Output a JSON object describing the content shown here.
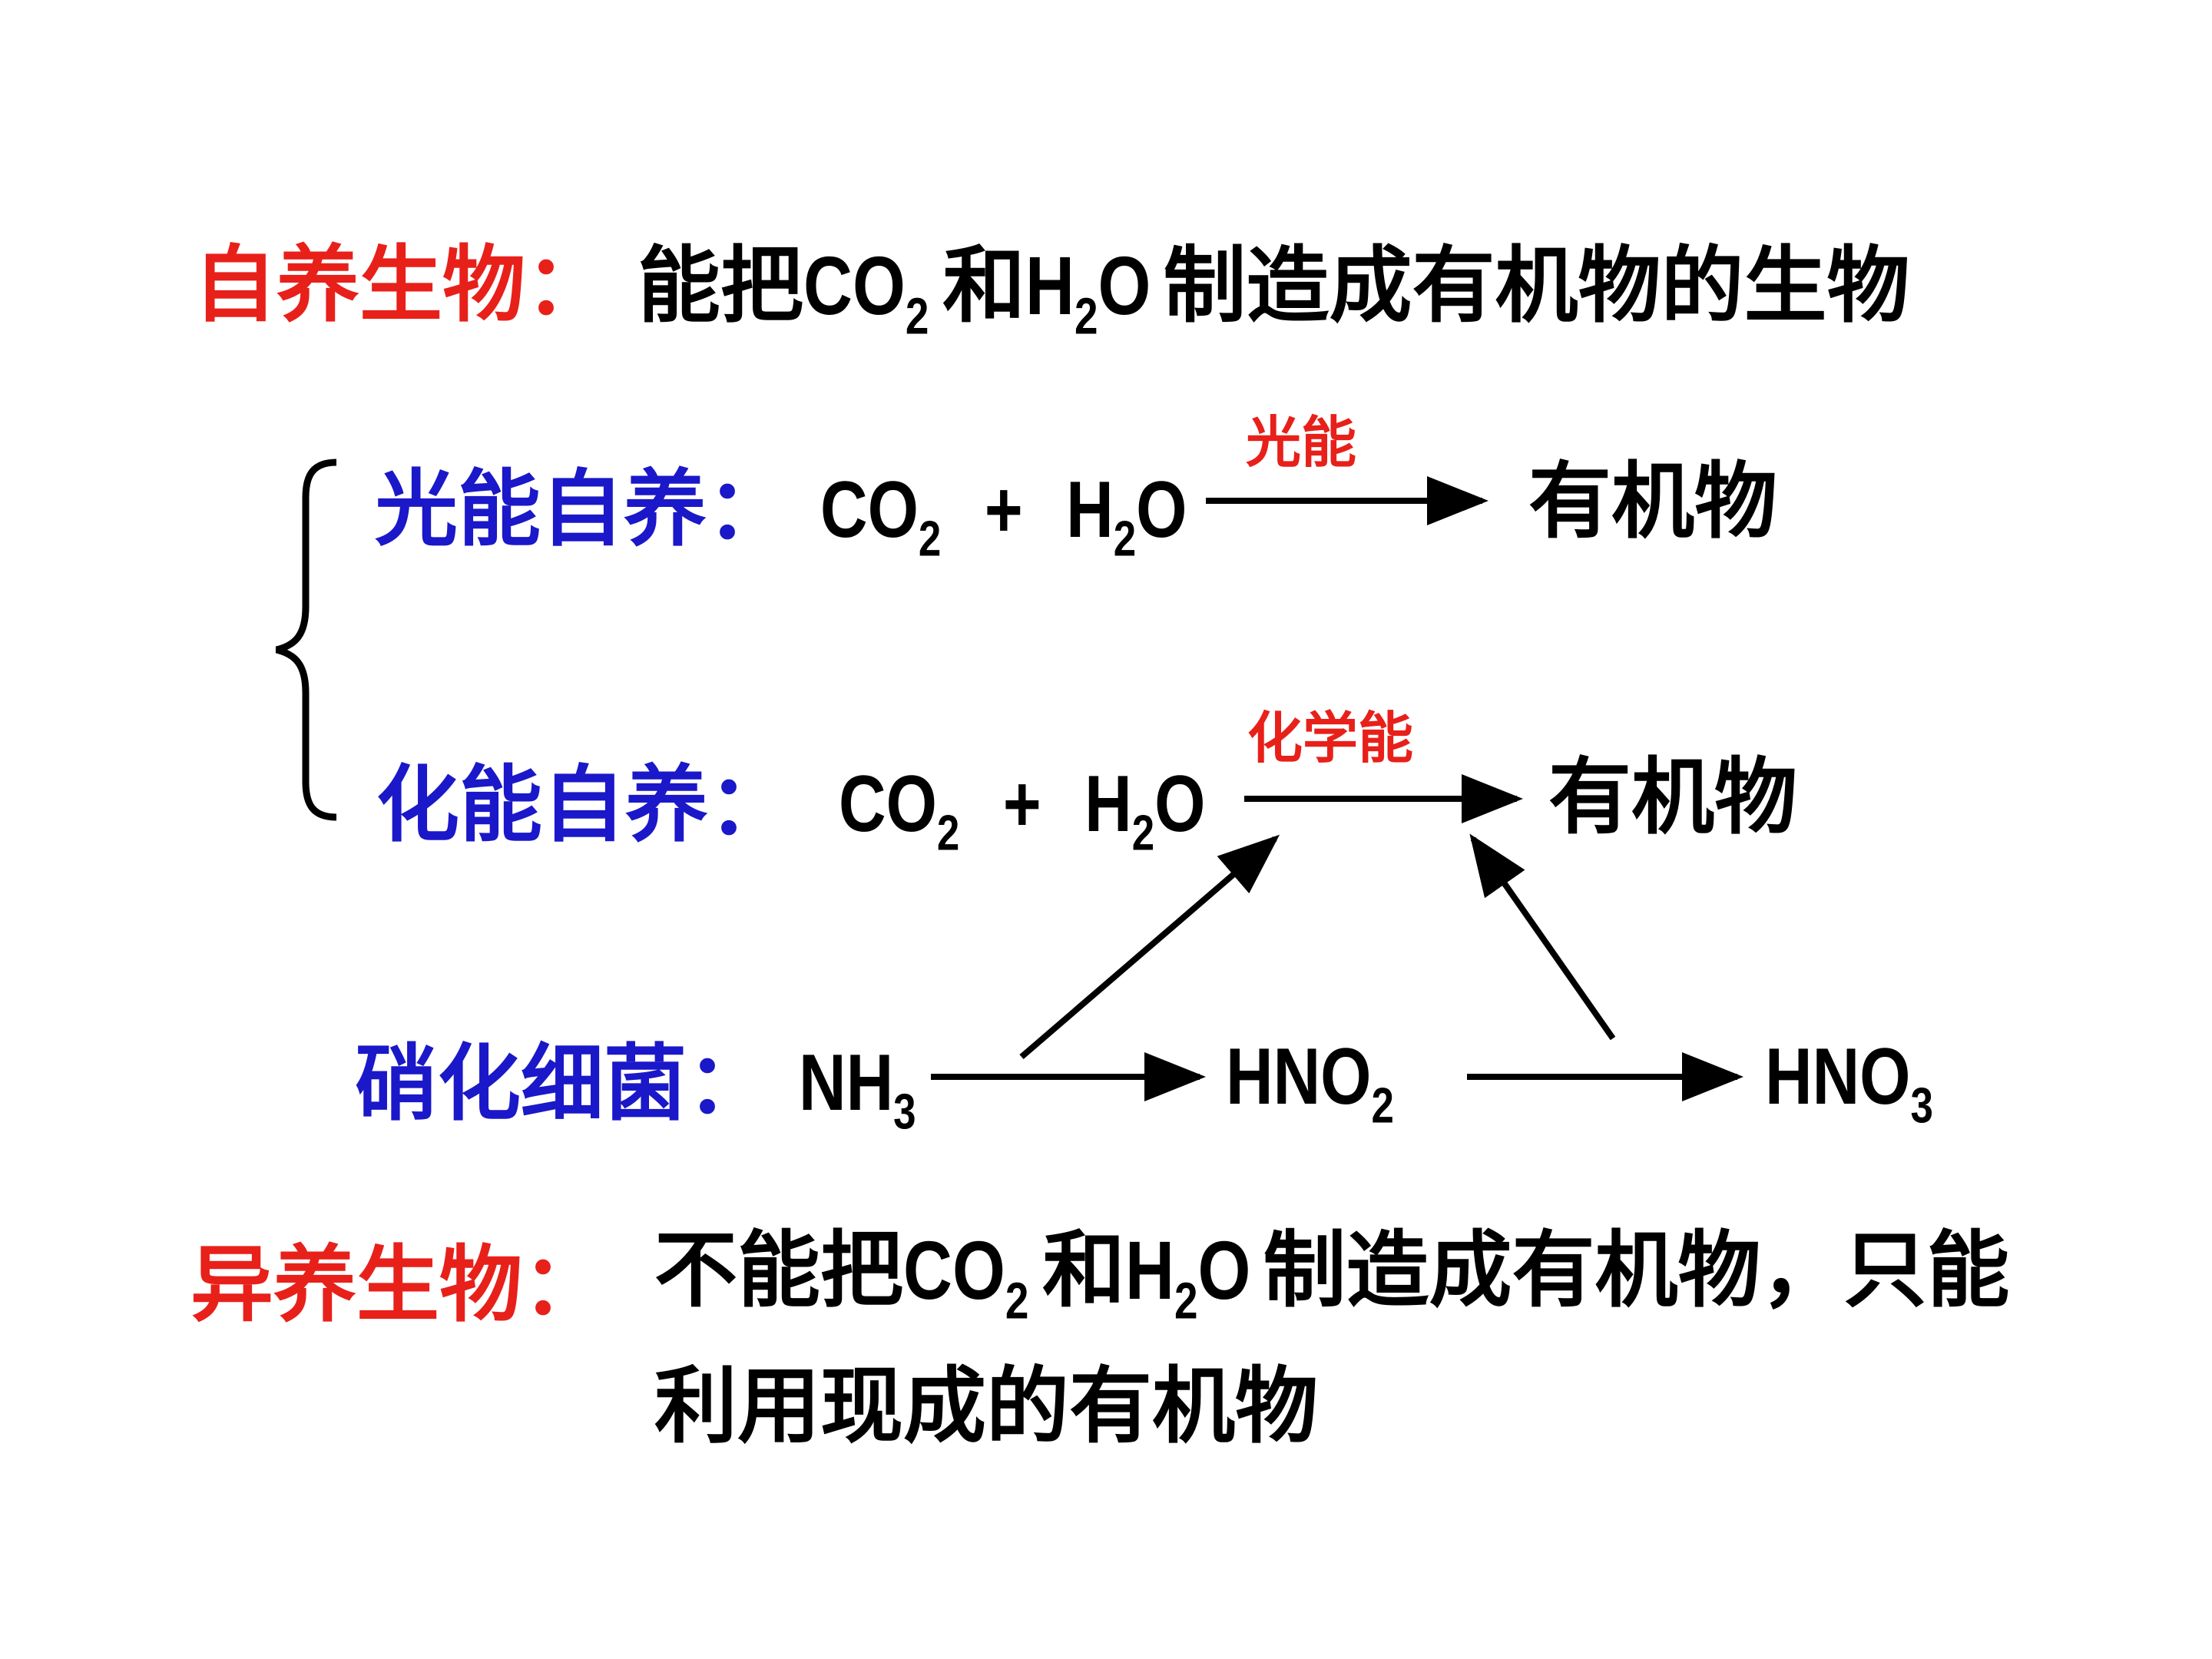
{
  "autotroph": {
    "label": "自养生物：",
    "def_part1": "能把",
    "co2_base": "CO",
    "co2_sub": "2",
    "and": "和",
    "h2o_h": "H",
    "h2o_sub": "2",
    "h2o_o": "O",
    "def_part2": "制造成有机物的生物"
  },
  "photo": {
    "label": "光能自养：",
    "co2_base": "CO",
    "co2_sub": "2",
    "plus": "+",
    "h2o_h": "H",
    "h2o_sub": "2",
    "h2o_o": "O",
    "energy": "光能",
    "product": "有机物"
  },
  "chemo": {
    "label": "化能自养：",
    "co2_base": "CO",
    "co2_sub": "2",
    "plus": "+",
    "h2o_h": "H",
    "h2o_sub": "2",
    "h2o_o": "O",
    "energy": "化学能",
    "product": "有机物"
  },
  "nitrifying": {
    "label": "硝化细菌：",
    "nh3_base": "NH",
    "nh3_sub": "3",
    "hno2_base": "HNO",
    "hno2_sub": "2",
    "hno3_base": "HNO",
    "hno3_sub": "3"
  },
  "heterotroph": {
    "label": "异养生物：",
    "line1_part1": "不能把",
    "co2_base": "CO",
    "co2_sub": "2",
    "and": "和",
    "h2o_h": "H",
    "h2o_sub": "2",
    "h2o_o": "O",
    "line1_part2": "制造成有机物，只能",
    "line2": "利用现成的有机物"
  },
  "colors": {
    "red": "#e8201a",
    "blue": "#1a18c8",
    "black": "#000000"
  }
}
